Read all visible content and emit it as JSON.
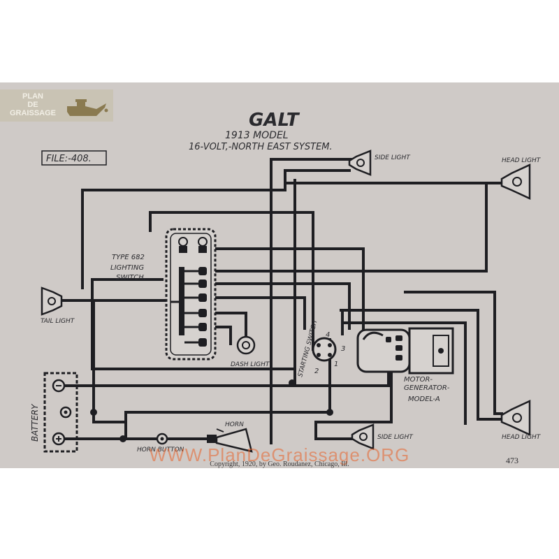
{
  "logo": {
    "line1": "PLAN",
    "line2": "DE",
    "line3": "GRAISSAGE"
  },
  "title": {
    "make": "GALT",
    "model": "1913  MODEL",
    "system": "16-VOLT,-NORTH EAST SYSTEM."
  },
  "file_label": "FILE:-408.",
  "labels": {
    "side_light": "SIDE LIGHT",
    "head_light": "HEAD LIGHT",
    "type_switch": "TYPE 682",
    "lighting": "LIGHTING",
    "switch": "SWITCH.",
    "tail_light": "TAIL LIGHT",
    "dash_light": "DASH LIGHT",
    "starting_switch": "STARTING SWITCH",
    "motor": "MOTOR-",
    "generator": "GENERATOR-",
    "model_a": "MODEL-A",
    "battery": "BATTERY",
    "horn": "HORN",
    "horn_button": "HORN  BUTTON",
    "sw_num_4": "4",
    "sw_num_3": "3",
    "sw_num_2": "2",
    "sw_num_1": "1"
  },
  "footer": {
    "watermark": "WWW.PlanDeGraissage.ORG",
    "copyright": "Copyright, 1920, by Geo. Roudanez, Chicago, Ill.",
    "page": "473"
  },
  "colors": {
    "paper": "#cfcac7",
    "ink": "#1e1e22",
    "watermark": "#e8632c",
    "logo_bg": "#c9c3b4"
  }
}
